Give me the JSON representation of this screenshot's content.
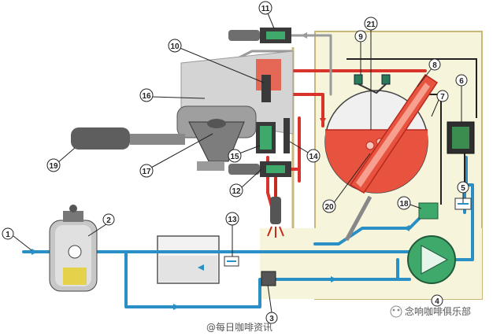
{
  "colors": {
    "water_cold": "#2a8fc4",
    "water_hot": "#d9342b",
    "steam": "#9a9a9a",
    "cabinet_fill": "#f7f4dc",
    "frame_line": "#c8b97a",
    "boiler_fill": "#e8533f",
    "pump_fill": "#3fa96b",
    "component_dark": "#3a3a3a",
    "component_grey": "#8a8a8a"
  },
  "callouts": [
    {
      "id": "c1",
      "num": "1"
    },
    {
      "id": "c2",
      "num": "2"
    },
    {
      "id": "c3",
      "num": "3"
    },
    {
      "id": "c4",
      "num": "4"
    },
    {
      "id": "c5",
      "num": "5"
    },
    {
      "id": "c6",
      "num": "6"
    },
    {
      "id": "c7",
      "num": "7"
    },
    {
      "id": "c8",
      "num": "8"
    },
    {
      "id": "c9",
      "num": "9"
    },
    {
      "id": "c10",
      "num": "10"
    },
    {
      "id": "c11",
      "num": "11"
    },
    {
      "id": "c12",
      "num": "12"
    },
    {
      "id": "c13",
      "num": "13"
    },
    {
      "id": "c15",
      "num": "15"
    },
    {
      "id": "c16",
      "num": "16"
    },
    {
      "id": "c17",
      "num": "17"
    },
    {
      "id": "c18",
      "num": "18"
    },
    {
      "id": "c19",
      "num": "19"
    },
    {
      "id": "c20",
      "num": "20"
    },
    {
      "id": "c21",
      "num": "21"
    },
    {
      "id": "c14",
      "num": "14"
    }
  ],
  "watermarks": {
    "left": "@每日咖啡资讯",
    "right": "念响咖啡俱乐部"
  },
  "icons": {
    "watermark_logo": "wechat-circle-icon"
  }
}
